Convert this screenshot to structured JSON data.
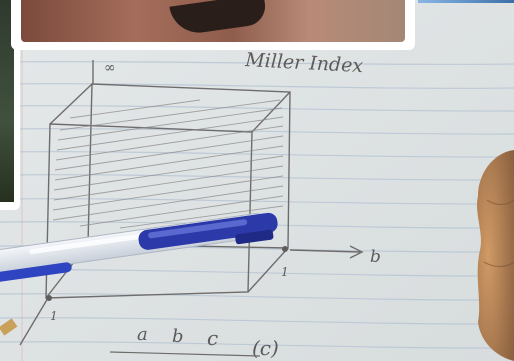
{
  "colors": {
    "paper": "#e9ecec",
    "rule_line": "#b9c6d6",
    "pencil": "#6f6d6c",
    "pen_body": "#d8dde6",
    "pen_blue": "#2b3aa8",
    "hand": "#b8875a"
  },
  "notes": {
    "heading": "Miller Index",
    "axis_b": "b",
    "origin_mark": "1",
    "corner_mark": "1",
    "infinity_mark": "∞",
    "col_a": "a",
    "col_b": "b",
    "col_c": "c",
    "figure_label": "(c)"
  }
}
